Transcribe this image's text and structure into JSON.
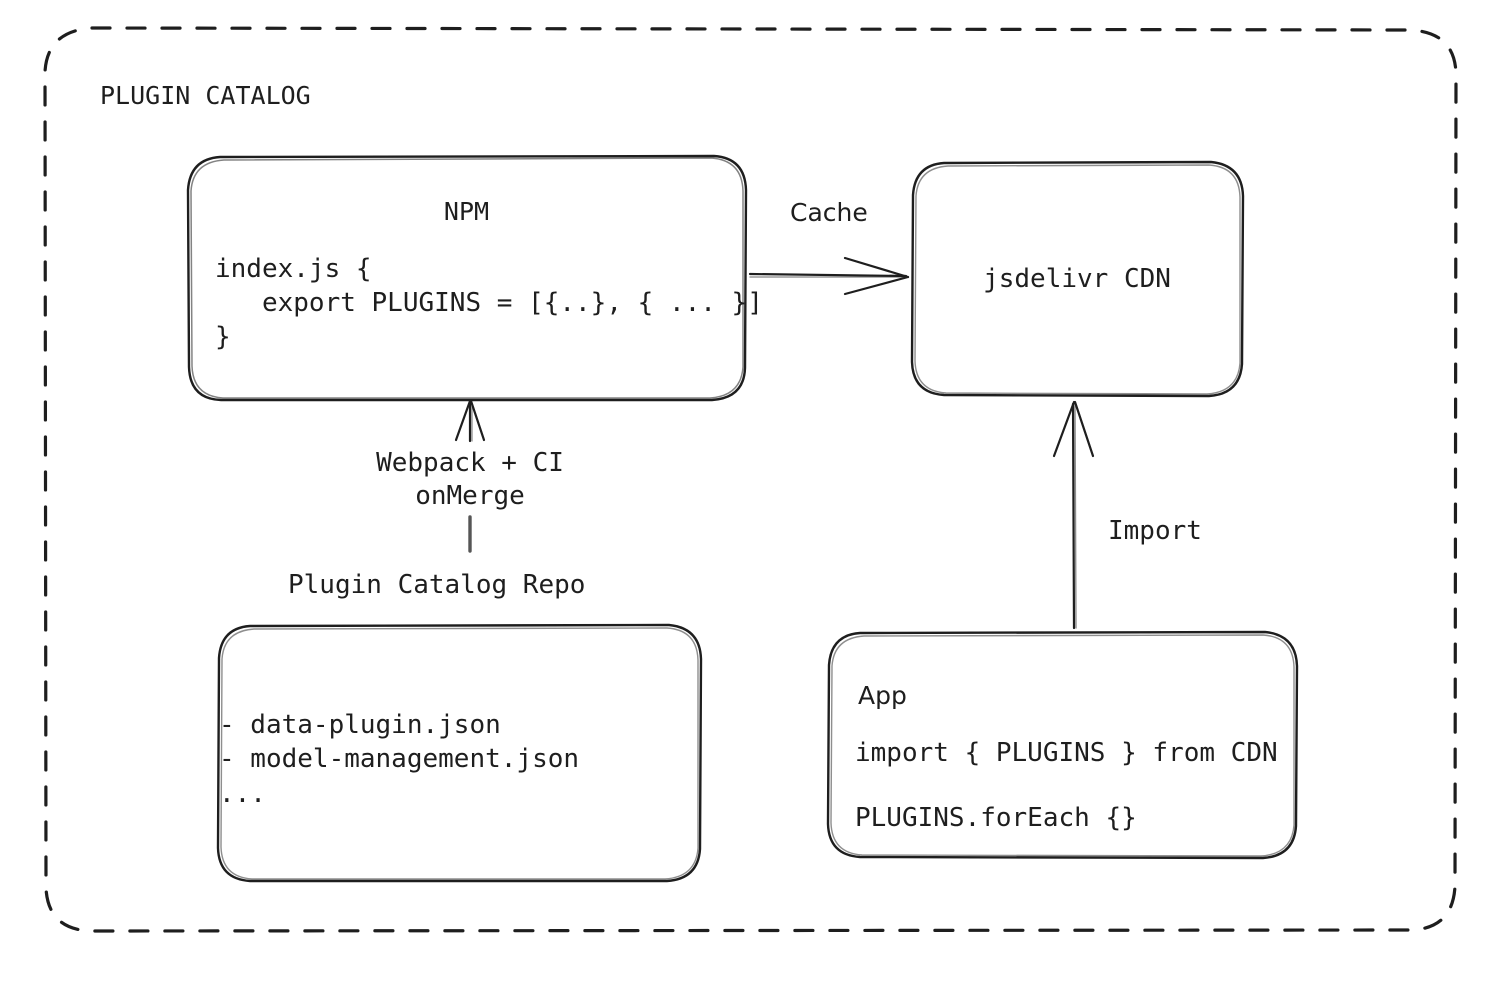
{
  "diagram": {
    "title": "PLUGIN CATALOG",
    "style": "hand-drawn-sketch",
    "stroke_color": "#1e1e1e",
    "background": "#ffffff",
    "nodes": {
      "npm": {
        "title": "NPM",
        "code": "index.js {\n   export PLUGINS = [{..}, { ... }]\n}"
      },
      "cdn": {
        "title": "jsdelivr CDN"
      },
      "repo": {
        "caption": "Plugin Catalog Repo",
        "files": "- data-plugin.json\n- model-management.json\n..."
      },
      "app": {
        "title": "App",
        "code_line1": "import { PLUGINS } from CDN",
        "code_line2": "PLUGINS.forEach {}"
      }
    },
    "edges": {
      "cache": {
        "label": "Cache",
        "from": "npm",
        "to": "cdn",
        "direction": "right"
      },
      "pipeline": {
        "label": "Webpack + CI\nonMerge",
        "from": "repo",
        "to": "npm",
        "direction": "up"
      },
      "import": {
        "label": "Import",
        "from": "app",
        "to": "cdn",
        "direction": "up"
      }
    }
  }
}
